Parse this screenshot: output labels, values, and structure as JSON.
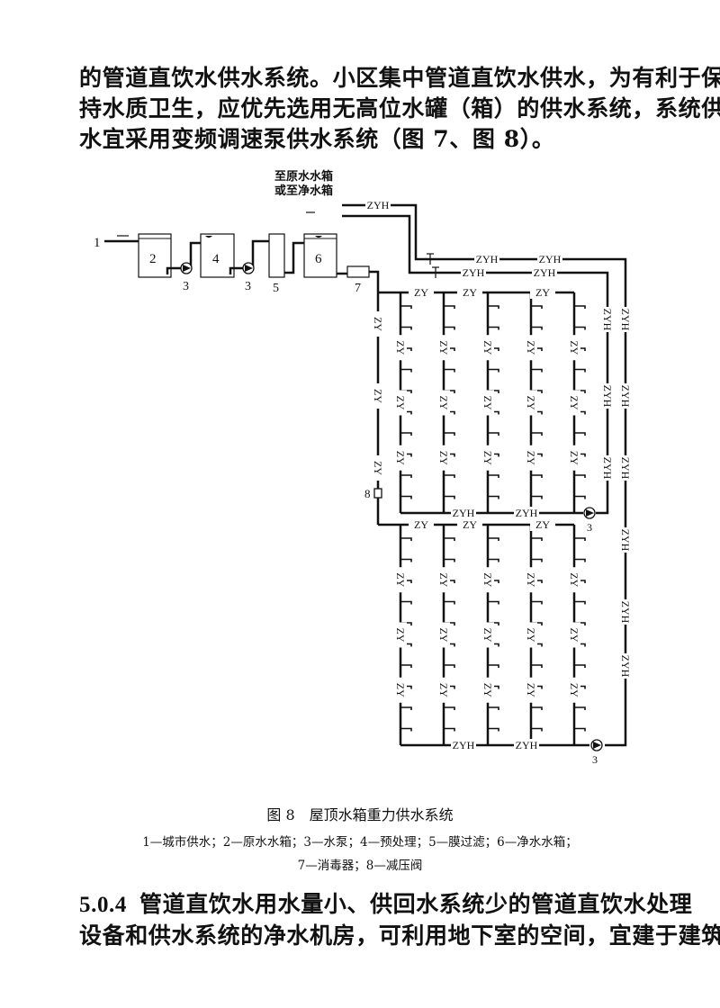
{
  "top_paragraph": {
    "lines": [
      "的管道直饮水供水系统。小区集中管道直饮水供水，为有利于保",
      "持水质卫生，应优先选用无高位水罐（箱）的供水系统，系统供",
      "水宜采用变频调速泵供水系统（图 7、图 8）。"
    ]
  },
  "figure": {
    "return_note_line1": "至原水水箱",
    "return_note_line2": "或至净水箱",
    "components": {
      "city_supply": "1",
      "raw_tank": "2",
      "pump": "3",
      "pretreatment": "4",
      "membrane": "5",
      "clean_tank": "6",
      "disinfector": "7",
      "prv": "8"
    },
    "supply_label": "ZY",
    "return_label": "ZYH",
    "caption_title": "图 8　屋顶水箱重力供水系统",
    "legend_line1": "1—城市供水；2—原水水箱；3—水泵；4—预处理；5—膜过滤；6—净水水箱；",
    "legend_line2": "7—消毒器；8—减压阀"
  },
  "bottom_paragraph": {
    "section_number": "5.0.4",
    "line1": "管道直饮水用水量小、供回水系统少的管道直饮水处理",
    "line2": "设备和供水系统的净水机房，可利用地下室的空间，宜建于建筑"
  }
}
